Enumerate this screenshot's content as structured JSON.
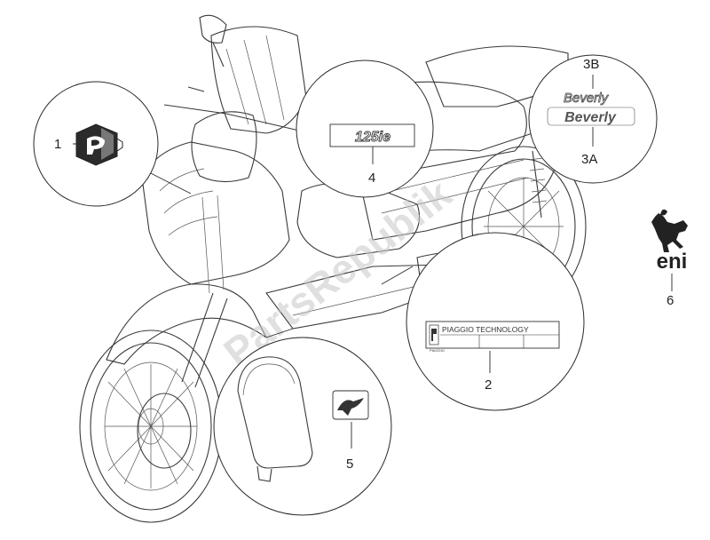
{
  "watermark": "PartsRepublik",
  "colors": {
    "line": "#3a3a3a",
    "watermark": "#c8c8c8",
    "decal_dark": "#333333"
  },
  "callouts": [
    {
      "id": "1",
      "label": "1",
      "item": "piaggio-emblem"
    },
    {
      "id": "2",
      "label": "2",
      "item": "technology-plate",
      "decal_text": "PIAGGIO TECHNOLOGY",
      "sub_text": "PIAGGIO"
    },
    {
      "id": "3A",
      "label": "3A",
      "item": "beverly-decal-3a",
      "decal_text": "Beverly"
    },
    {
      "id": "3B",
      "label": "3B",
      "item": "beverly-decal-3b",
      "decal_text": "Beverly"
    },
    {
      "id": "4",
      "label": "4",
      "item": "model-decal",
      "decal_text": "125ie"
    },
    {
      "id": "5",
      "label": "5",
      "item": "tank-decal"
    },
    {
      "id": "6",
      "label": "6",
      "item": "eni-sticker",
      "decal_text": "eni"
    }
  ]
}
